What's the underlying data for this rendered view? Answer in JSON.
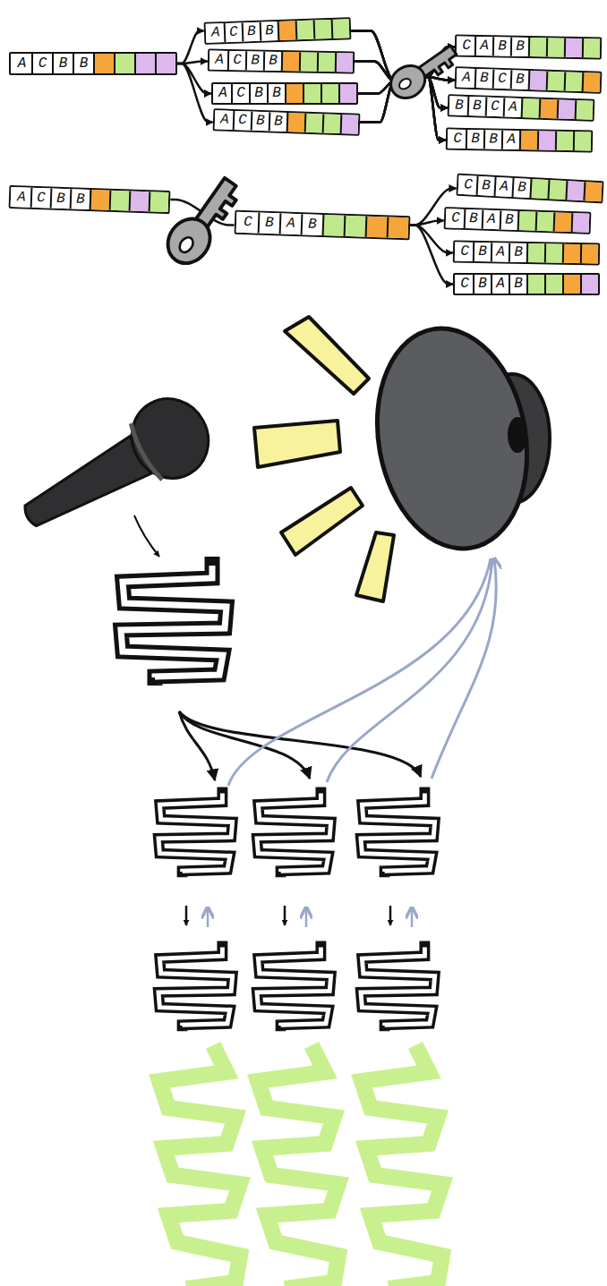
{
  "diagram": {
    "nodes": [
      {
        "text": [
          "ACBB"
        ]
      },
      {
        "text": [
          "ACBB"
        ]
      },
      {
        "text": [
          "ACBB"
        ]
      },
      {
        "text": [
          "ACBB"
        ]
      },
      {
        "text": [
          "ACBB"
        ]
      },
      {
        "text": [
          "CABB"
        ]
      },
      {
        "text": [
          "ABCB"
        ]
      },
      {
        "text": [
          "BBCA"
        ]
      },
      {
        "text": [
          "CBBA"
        ]
      },
      {
        "text": [
          "ACBB"
        ]
      },
      {
        "text": [
          "CBAB"
        ]
      },
      {
        "text": [
          "CBAB"
        ]
      },
      {
        "text": [
          "CBAB"
        ]
      },
      {
        "text": [
          "CBAB"
        ]
      },
      {
        "text": [
          "CBAB"
        ]
      }
    ],
    "edges": [
      {
        "from": 0,
        "to": 1,
        "arrow": "to"
      },
      {
        "from": 0,
        "to": 2,
        "arrow": "to"
      },
      {
        "from": 0,
        "to": 3,
        "arrow": "to"
      },
      {
        "from": 0,
        "to": 4,
        "arrow": "to"
      },
      {
        "from": 1,
        "to": 5,
        "arrow": "to"
      },
      {
        "from": 1,
        "to": 6,
        "arrow": "to"
      },
      {
        "from": 1,
        "to": 7,
        "arrow": "to"
      },
      {
        "from": 1,
        "to": 8,
        "arrow": "to"
      },
      {
        "from": 2,
        "to": 5,
        "arrow": "to"
      },
      {
        "from": 2,
        "to": 6,
        "arrow": "to"
      },
      {
        "from": 2,
        "to": 7,
        "arrow": "to"
      },
      {
        "from": 2,
        "to": 8,
        "arrow": "to"
      },
      {
        "from": 3,
        "to": 5,
        "arrow": "to"
      },
      {
        "from": 3,
        "to": 6,
        "arrow": "to"
      },
      {
        "from": 3,
        "to": 7,
        "arrow": "to"
      },
      {
        "from": 3,
        "to": 8,
        "arrow": "to"
      },
      {
        "from": 4,
        "to": 5,
        "arrow": "to"
      },
      {
        "from": 4,
        "to": 6,
        "arrow": "to"
      },
      {
        "from": 4,
        "to": 7,
        "arrow": "to"
      },
      {
        "from": 4,
        "to": 8,
        "arrow": "to"
      },
      {
        "from": 9,
        "to": 10,
        "arrow": "none"
      },
      {
        "from": 10,
        "to": 11,
        "arrow": "to"
      },
      {
        "from": 10,
        "to": 12,
        "arrow": "to"
      },
      {
        "from": 10,
        "to": 13,
        "arrow": "to"
      },
      {
        "from": 10,
        "to": 14,
        "arrow": "to"
      }
    ]
  }
}
